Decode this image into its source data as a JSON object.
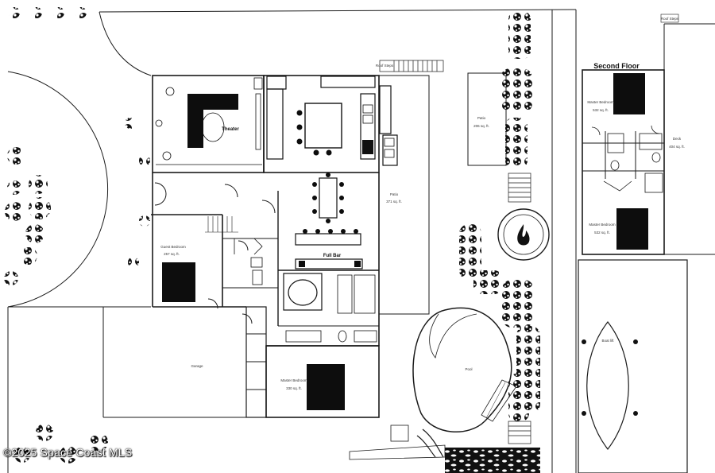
{
  "floor_plan": {
    "rooms": {
      "theater": "Theater",
      "full_bar": "Full Bar",
      "patio_left": "Patio",
      "patio_left_area": "371 sq. ft.",
      "patio_right": "Patio",
      "patio_right_area": "206 sq. ft.",
      "guest_bedroom": "Guest Bedroom",
      "guest_bedroom_area": "257 sq. ft.",
      "master_bedroom": "Master Bedroom",
      "master_bedroom_area": "330 sq. ft.",
      "garage": "Garage",
      "pool": "Pool",
      "boat_lift": "Boat lift",
      "deck": "Deck",
      "deck_area": "404 sq. ft.",
      "roof_steps_left": "Roof Steps",
      "roof_steps_right": "Roof Steps",
      "second_floor": "Second Floor",
      "second_master_top": "Master Bedroom",
      "second_master_top_area": "532 sq. ft.",
      "second_master_bottom": "Master Bedroom",
      "second_master_bottom_area": "532 sq. ft."
    },
    "watermark": "©2025 Space Coast MLS",
    "colors": {
      "line": "#1a1a1a",
      "fill_dark": "#0d0d0d",
      "grey": "#cfcfcf"
    }
  }
}
